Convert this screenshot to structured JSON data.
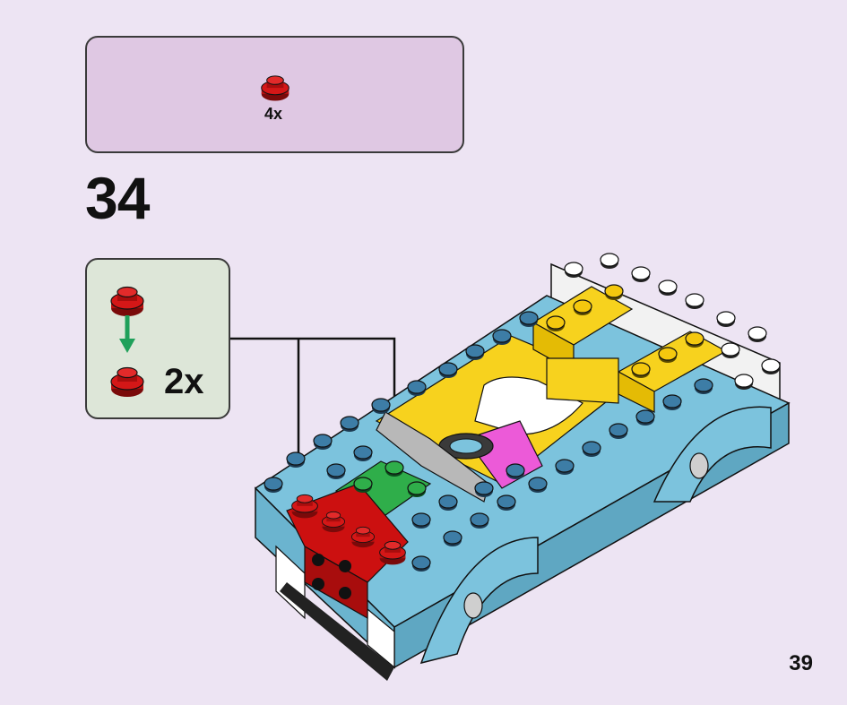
{
  "parts_callout": {
    "part": "red-round-plate-icon",
    "quantity": "4x",
    "color": "#cc1010"
  },
  "step": {
    "number": "34"
  },
  "sub_callout": {
    "quantity": "2x"
  },
  "page": {
    "number": "39"
  },
  "colors": {
    "page_bg": "#ede4f3",
    "parts_box_bg": "#dfc8e3",
    "sub_box_bg": "#dde6d8",
    "car_body": "#7cc3dd",
    "yellow": "#f7d21e",
    "green": "#2fae4a",
    "red": "#cc1010",
    "magenta": "#ec5ad8",
    "arrow_green": "#1fa05a"
  }
}
